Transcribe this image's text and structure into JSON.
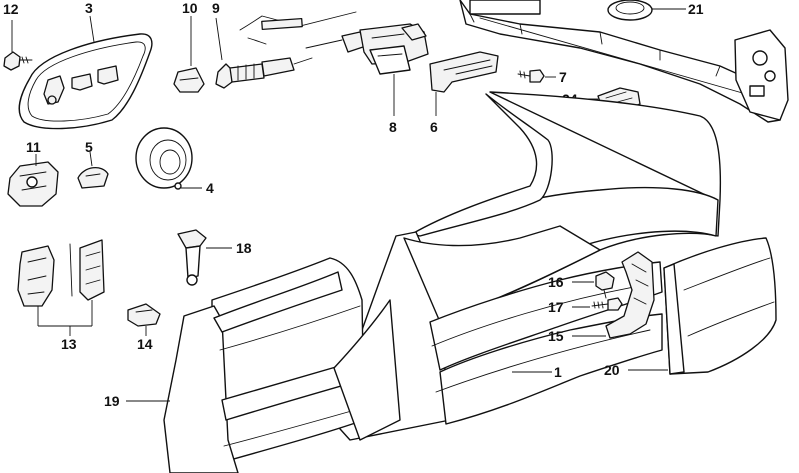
{
  "callouts": {
    "c1": "1",
    "c3": "3",
    "c4": "4",
    "c5": "5",
    "c6": "6",
    "c7": "7",
    "c8": "8",
    "c9": "9",
    "c10": "10",
    "c11": "11",
    "c12": "12",
    "c13": "13",
    "c14": "14",
    "c15": "15",
    "c16": "16",
    "c17": "17",
    "c18": "18",
    "c19": "19",
    "c20": "20",
    "c21": "21",
    "c24": "24"
  }
}
